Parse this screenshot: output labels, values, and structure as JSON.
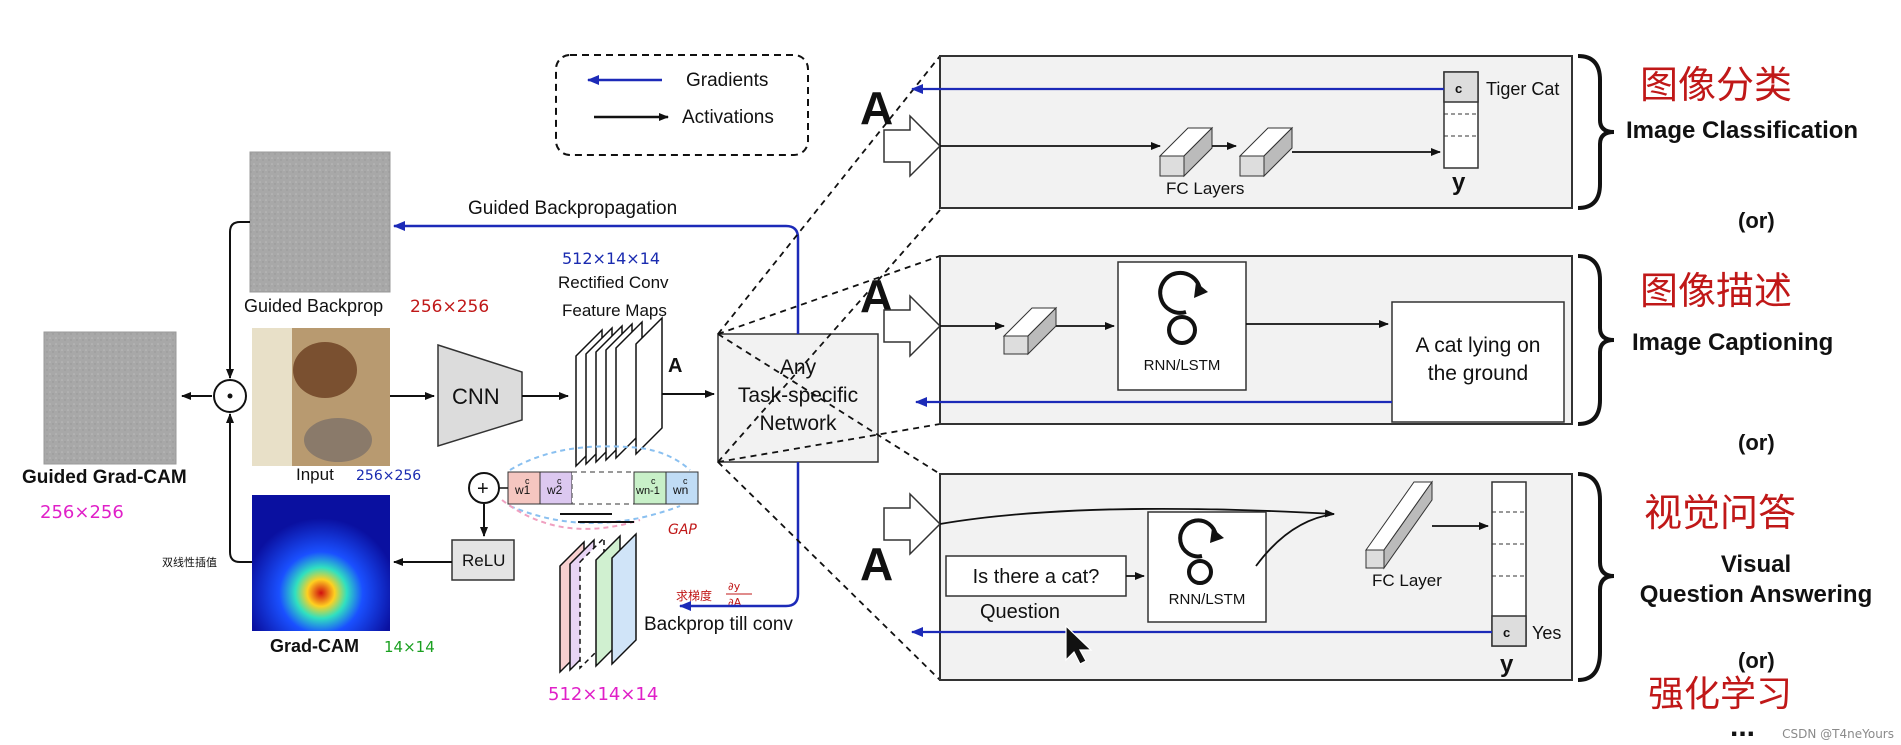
{
  "legend": {
    "gradients": "Gradients",
    "activations": "Activations"
  },
  "left": {
    "guided_backprop_path": "Guided Backpropagation",
    "guided_backprop_img": "Guided Backprop",
    "guided_backprop_size": "256×256",
    "input": "Input",
    "input_size": "256×256",
    "guided_gradcam": "Guided Grad-CAM",
    "guided_gradcam_size": "256×256",
    "gradcam": "Grad-CAM",
    "gradcam_size": "14×14",
    "bilinear_note": "双线性插值",
    "relu": "ReLU",
    "cnn": "CNN",
    "plus": "+",
    "dot": "·"
  },
  "center": {
    "fm_size": "512×14×14",
    "rectified": "Rectified Conv",
    "feature_maps": "Feature Maps",
    "a_label": "A",
    "gap": "GAP",
    "grad_note": "求梯度",
    "grad_formula_num": "∂y",
    "grad_formula_den": "∂A",
    "backprop_till_conv": "Backprop till conv",
    "grad_size": "512×14×14",
    "weights": [
      "w1",
      "w2",
      "wn-1",
      "wn"
    ],
    "weight_sup": "c",
    "task_line1": "Any",
    "task_line2": "Task-specific",
    "task_line3": "Network"
  },
  "tasks": {
    "a_label": "A",
    "classification": {
      "zh": "图像分类",
      "title": "Image Classification",
      "fc": "FC Layers",
      "c": "c",
      "class_name": "Tiger Cat",
      "y": "y"
    },
    "captioning": {
      "zh": "图像描述",
      "title": "Image Captioning",
      "rnn": "RNN/LSTM",
      "caption1": "A cat lying on",
      "caption2": "the ground"
    },
    "vqa": {
      "zh": "视觉问答",
      "title1": "Visual",
      "title2": "Question Answering",
      "question_box": "Is there a cat?",
      "question": "Question",
      "rnn": "RNN/LSTM",
      "fc": "FC Layer",
      "c": "c",
      "answer": "Yes",
      "y": "y"
    },
    "or": "(or)",
    "rl": "强化学习",
    "ellipsis": "..."
  },
  "watermark": "CSDN @T4neYours",
  "colors": {
    "gradient_arrow": "#1c2ab8",
    "activation_arrow": "#111111",
    "box_fill": "#f2f2f2",
    "weight_colors": [
      "#f5c6c0",
      "#dcc8f0",
      "#c8f0c8",
      "#c0dcf5"
    ]
  }
}
